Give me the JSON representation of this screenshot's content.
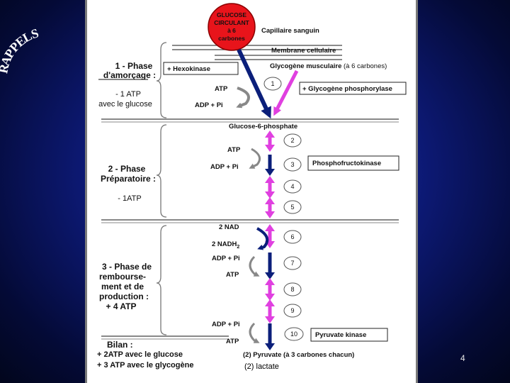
{
  "slide": {
    "title": "RAPPELS",
    "page_number": "4",
    "caption": "(2) lactate"
  },
  "diagram": {
    "glucose_circle": [
      "GLUCOSE",
      "CIRCULANT",
      "à 6",
      "carbones"
    ],
    "capillaire": "Capillaire sanguin",
    "membrane": "Membrane cellulaire",
    "glycogene": "Glycogène musculaire",
    "glycogene_suffix": "(à 6 carbones)",
    "phosphorylase": "+ Glycogène phosphorylase",
    "hexokinase": "+ Hexokinase",
    "phase1": {
      "title_lines": [
        "1 - Phase",
        "d'amorçage :"
      ],
      "cost_lines": [
        "- 1 ATP",
        "avec le glucose"
      ]
    },
    "phase2": {
      "title_lines": [
        "2 - Phase",
        "Préparatoire :"
      ],
      "cost": "- 1ATP"
    },
    "phase3": {
      "title_lines": [
        "3 - Phase de",
        "rembourse-",
        "ment et de",
        "production :",
        "+ 4 ATP"
      ]
    },
    "bilan": {
      "title": "Bilan :",
      "lines": [
        "+ 2ATP avec le glucose",
        "+ 3 ATP avec le glycogène"
      ]
    },
    "atp": "ATP",
    "adp_pi": "ADP + Pi",
    "nad": "2 NAD",
    "nadh": "2 NADH",
    "nadh_sub": "2",
    "g6p": "Glucose-6-phosphate",
    "pfk": "Phosphofructokinase",
    "pyruvate_kinase": "Pyruvate kinase",
    "pyruvate": "(2) Pyruvate",
    "pyruvate_suffix": "(à 3 carbones chacun)",
    "steps": [
      "1",
      "2",
      "3",
      "4",
      "5",
      "6",
      "7",
      "8",
      "9",
      "10"
    ]
  },
  "colors": {
    "magenta": "#e040e0",
    "navy": "#0b1f7a",
    "red": "#e8141b"
  }
}
